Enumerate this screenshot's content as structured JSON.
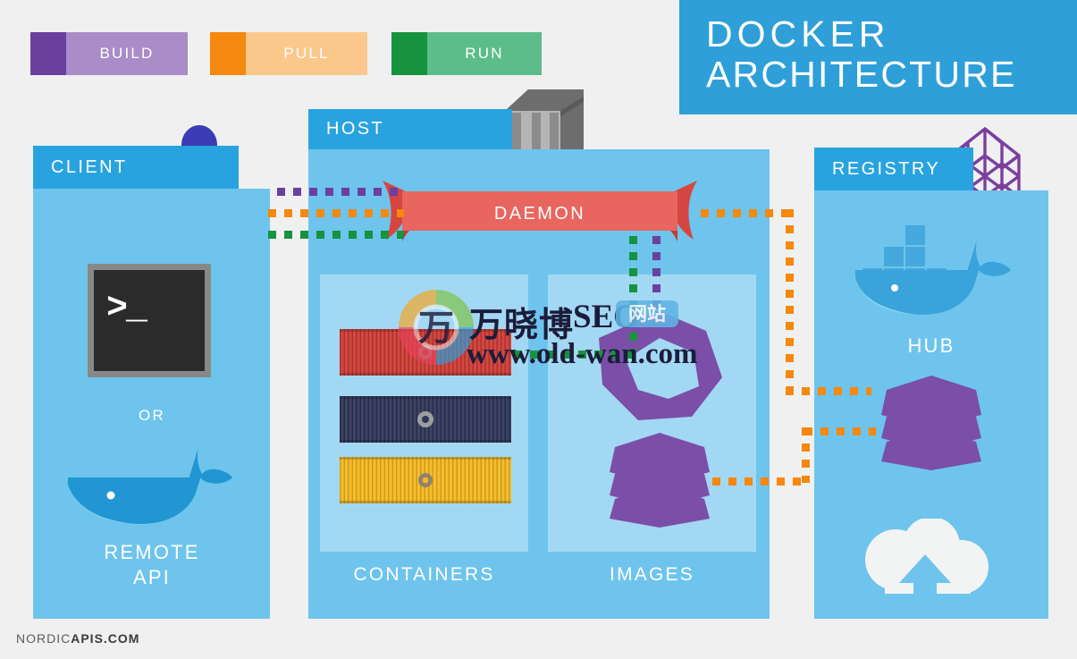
{
  "title": {
    "line1": "DOCKER",
    "line2": "ARCHITECTURE"
  },
  "legend": {
    "items": [
      {
        "label": "BUILD",
        "cap_color": "#6b3fa0",
        "body_color": "#a98cc8"
      },
      {
        "label": "PULL",
        "cap_color": "#f5880e",
        "body_color": "#fbc88b"
      },
      {
        "label": "RUN",
        "cap_color": "#17923f",
        "body_color": "#5cbd8a"
      }
    ]
  },
  "panels": {
    "client": {
      "header": "CLIENT",
      "terminal_prompt": ">_",
      "or_label": "OR",
      "remote_api_line1": "REMOTE",
      "remote_api_line2": "API",
      "icons": {
        "person": "person-icon",
        "terminal": "terminal-icon",
        "whale": "docker-whale-icon"
      }
    },
    "host": {
      "header": "HOST",
      "daemon_label": "DAEMON",
      "containers_label": "CONTAINERS",
      "images_label": "IMAGES",
      "server_icon": "server-rack-icon",
      "containers": [
        {
          "name": "container-red",
          "color": "#cf3a34"
        },
        {
          "name": "container-navy",
          "color": "#2d3557"
        },
        {
          "name": "container-yellow",
          "color": "#f5b91f"
        }
      ],
      "images": [
        {
          "name": "image-heptagon-ring-icon",
          "color": "#7b4ea8"
        },
        {
          "name": "image-layer-stack-icon",
          "color": "#7b4ea8"
        }
      ]
    },
    "registry": {
      "header": "REGISTRY",
      "hub_label": "HUB",
      "lattice_icon": "lattice-building-icon",
      "whale_icon": "docker-whale-containers-icon",
      "layers_icon": "image-layer-stack-icon",
      "cloud_icon": "cloud-upload-icon"
    }
  },
  "colors": {
    "accent_blue": "#29a3e0",
    "panel_blue": "#6ec4ec",
    "inner_blue": "#a3d8f4",
    "daemon_red": "#e8665f",
    "daemon_red_dark": "#d6453f",
    "build_purple": "#6b3fa0",
    "pull_orange": "#f5880e",
    "run_green": "#17923f",
    "background": "#f0f0f0",
    "title_blue": "#2e9fd8",
    "purple_shape": "#7b4ea8"
  },
  "connectors": [
    {
      "name": "build-purple-client-to-daemon",
      "color": "#6b3fa0"
    },
    {
      "name": "pull-orange-client-to-daemon",
      "color": "#f5880e"
    },
    {
      "name": "run-green-client-to-daemon",
      "color": "#17923f"
    },
    {
      "name": "pull-orange-daemon-to-registry",
      "color": "#f5880e"
    },
    {
      "name": "pull-orange-registry-to-images",
      "color": "#f5880e"
    },
    {
      "name": "run-green-daemon-to-images",
      "color": "#17923f"
    },
    {
      "name": "build-purple-daemon-to-images",
      "color": "#6b3fa0"
    },
    {
      "name": "run-green-images-to-containers",
      "color": "#17923f"
    }
  ],
  "watermark": {
    "cjk": "万晓博",
    "seo": "SEO",
    "badge": "网站",
    "url": "www.old-wan.com",
    "logo": "wan-ring-logo"
  },
  "footer": {
    "light": "NORDIC",
    "bold": "APIS.COM"
  }
}
